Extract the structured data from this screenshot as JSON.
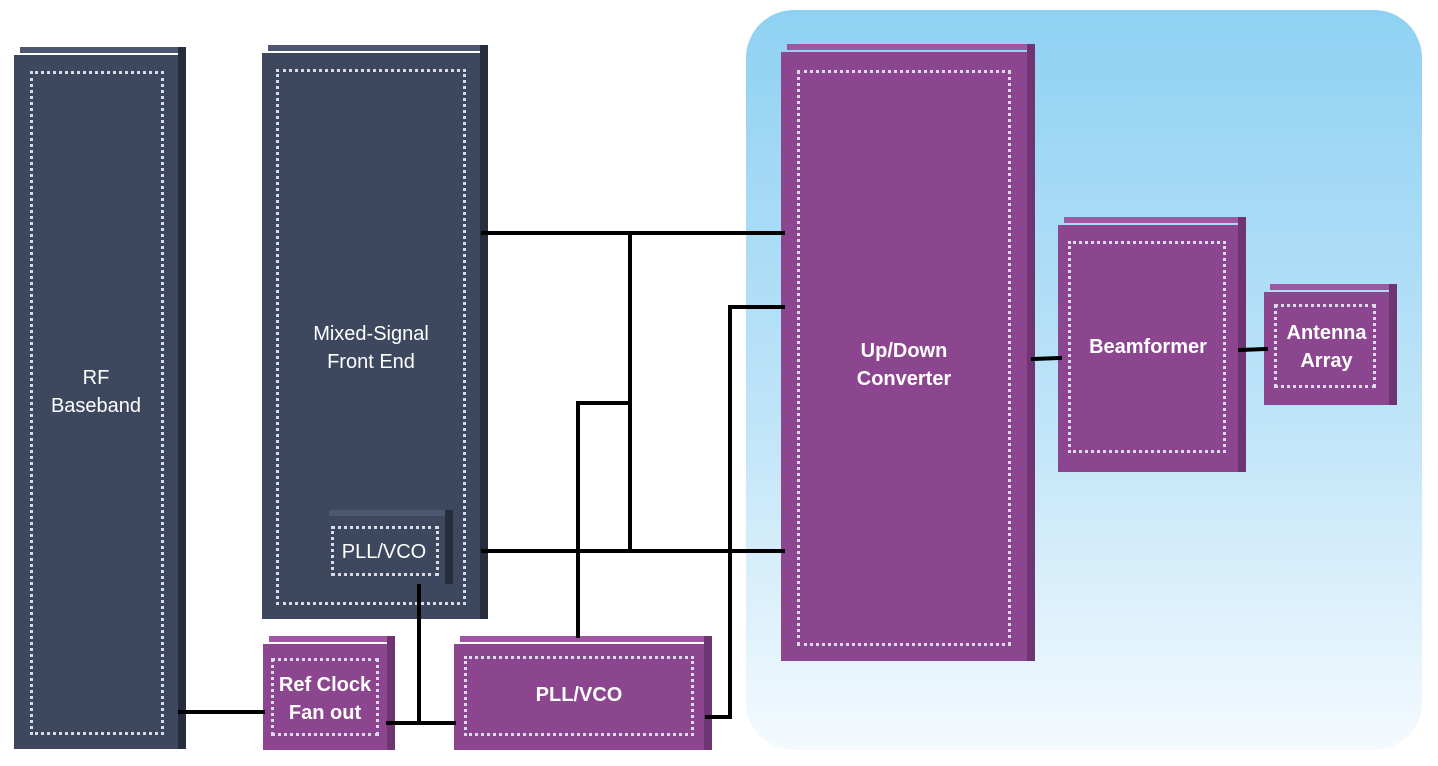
{
  "diagram": {
    "rf_baseband_label": "RF\nBaseband",
    "mixed_signal_label": "Mixed-Signal\nFront End",
    "pll_vco_internal_label": "PLL/VCO",
    "ref_clock_label": "Ref Clock\nFan out",
    "pll_vco_external_label": "PLL/VCO",
    "up_down_converter_label": "Up/Down\nConverter",
    "beamformer_label": "Beamformer",
    "antenna_array_label": "Antenna\nArray"
  },
  "colors": {
    "dark_block": "#3d485f",
    "purple_block": "#8c4690",
    "rf_region_top": "#8fd1f3",
    "rf_region_bottom": "#f4fafe",
    "wire": "#000000"
  }
}
